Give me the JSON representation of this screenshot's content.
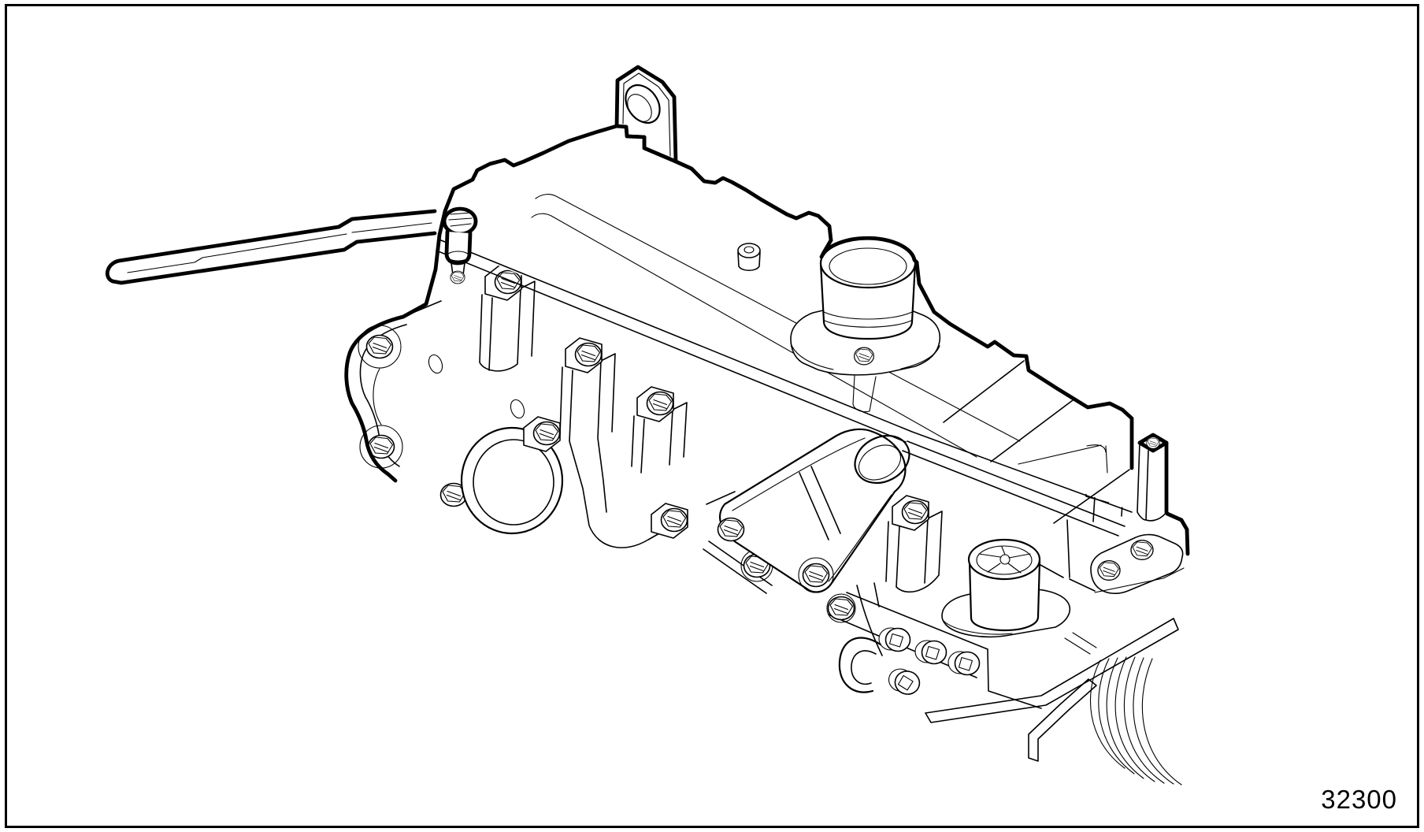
{
  "figure": {
    "number": "32300"
  },
  "palette": {
    "background": "#ffffff",
    "line": "#000000",
    "frame": "#000000"
  },
  "drawing": {
    "kind": "technical-line-illustration",
    "subject_parts": [
      "ratchet-wrench",
      "lifting-eye",
      "valve-cover",
      "oil-filler-cap",
      "cover-nub",
      "cylinder-head",
      "coolant-port",
      "mounting-bracket",
      "breather-cap",
      "stud-post",
      "support-plate",
      "socket-plugs",
      "retaining-hook",
      "support-bar",
      "angle-bracket",
      "cable-bundle"
    ]
  }
}
